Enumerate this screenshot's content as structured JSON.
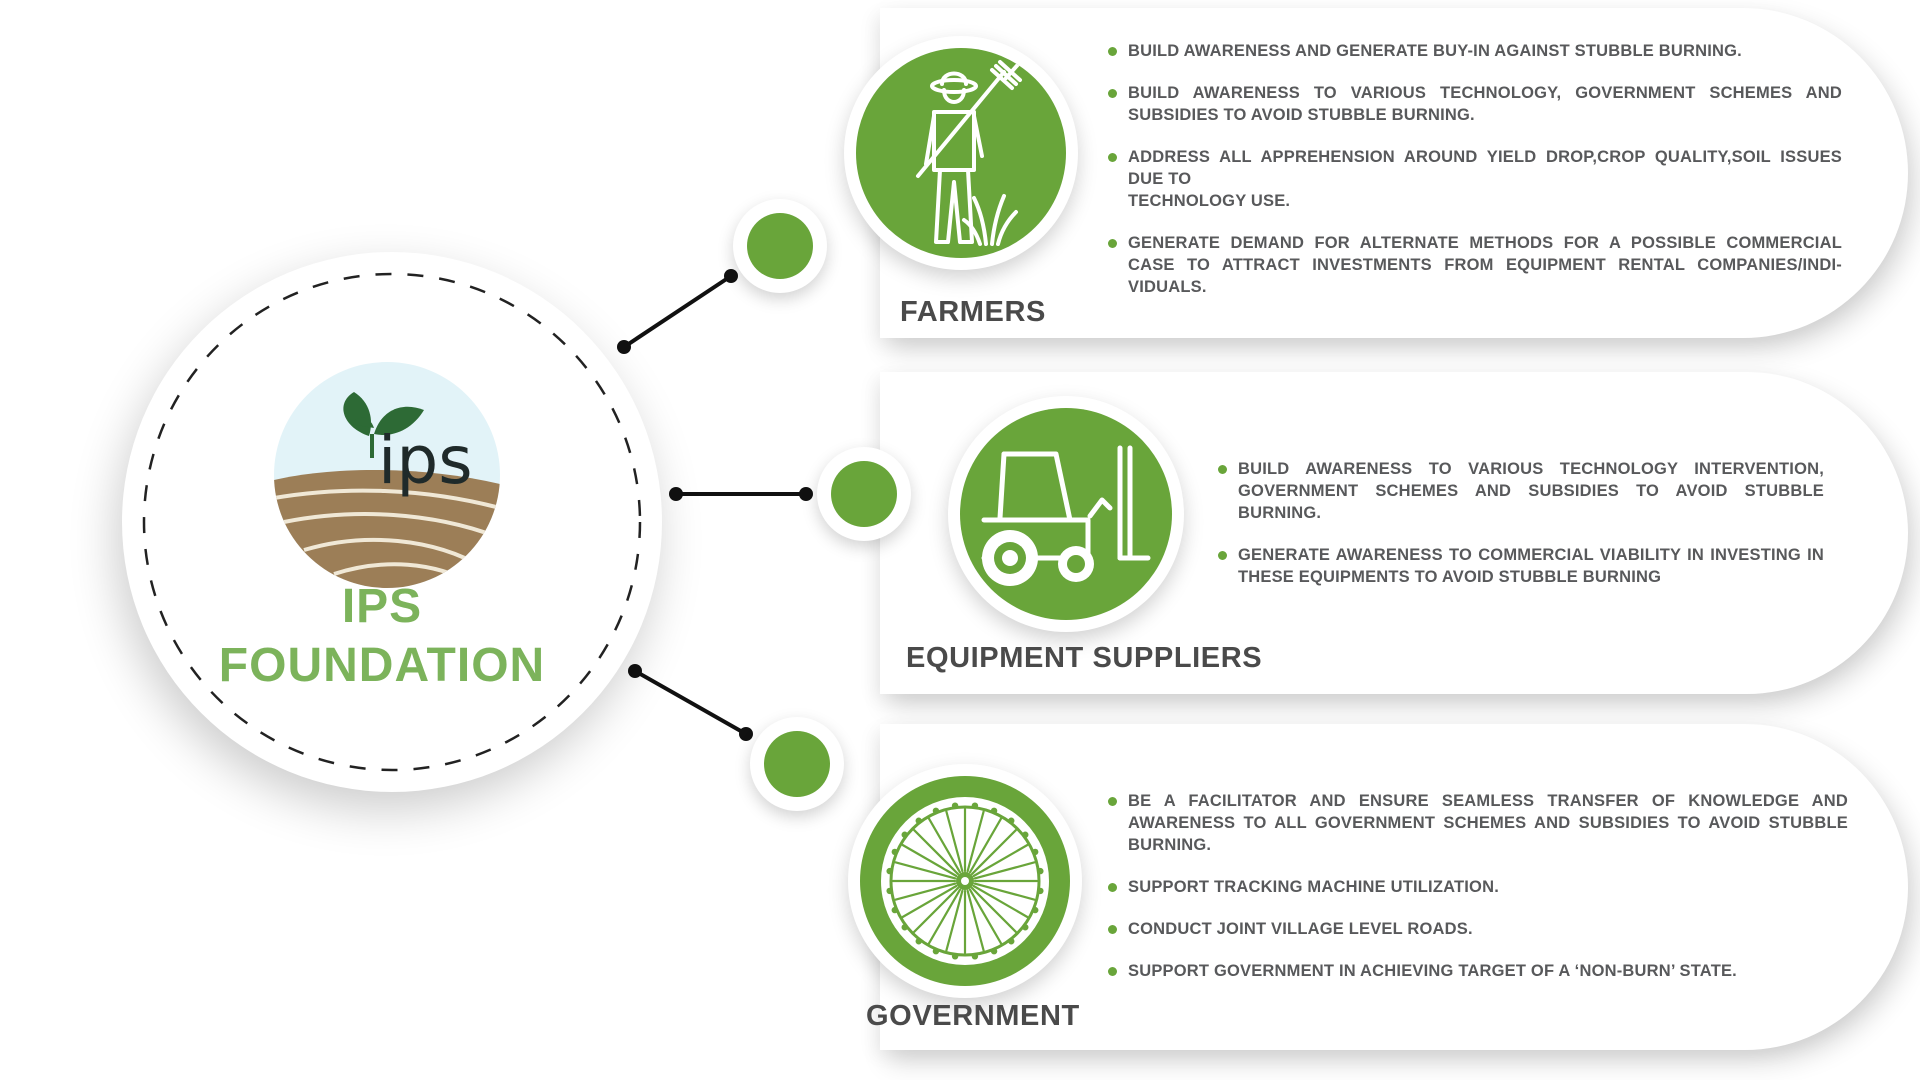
{
  "hub": {
    "logo_text": "ips",
    "title_line1": "IPS",
    "title_line2": "FOUNDATION"
  },
  "colors": {
    "accent": "#69a53a",
    "hub_title": "#7cb35b",
    "text": "#58595b",
    "heading": "#4a4a4a"
  },
  "stakeholders": [
    {
      "title": "FARMERS",
      "icon": "farmer-with-pitchfork-icon",
      "bullets": [
        "BUILD AWARENESS AND GENERATE BUY-IN AGAINST STUBBLE BURNING.",
        "BUILD AWARENESS TO VARIOUS TECHNOLOGY, GOVERNMENT SCHEMES AND SUBSIDIES TO AVOID STUBBLE BURNING.",
        "ADDRESS ALL APPREHENSION AROUND YIELD DROP,CROP QUALITY,SOIL ISSUES DUE TO\nTECHNOLOGY USE.",
        "GENERATE DEMAND FOR ALTERNATE METHODS FOR A POSSIBLE COMMERCIAL CASE TO ATTRACT INVESTMENTS FROM EQUIPMENT RENTAL COMPANIES/INDI-VIDUALS."
      ]
    },
    {
      "title": "EQUIPMENT SUPPLIERS",
      "icon": "tractor-forklift-icon",
      "bullets": [
        "BUILD AWARENESS TO VARIOUS TECHNOLOGY INTERVENTION, GOVERNMENT SCHEMES AND SUBSIDIES TO AVOID STUBBLE BURNING.",
        "GENERATE AWARENESS TO COMMERCIAL VIABILITY IN INVESTING IN THESE EQUIPMENTS TO AVOID STUBBLE BURNING"
      ]
    },
    {
      "title": "GOVERNMENT",
      "icon": "ashoka-chakra-icon",
      "bullets": [
        "BE A FACILITATOR AND ENSURE SEAMLESS TRANSFER OF KNOWLEDGE AND AWARENESS TO ALL GOVERNMENT SCHEMES AND SUBSIDIES TO AVOID STUBBLE BURNING.",
        "SUPPORT TRACKING MACHINE UTILIZATION.",
        "CONDUCT JOINT VILLAGE LEVEL ROADS.",
        "SUPPORT GOVERNMENT IN ACHIEVING TARGET OF A ‘NON-BURN’ STATE."
      ]
    }
  ]
}
